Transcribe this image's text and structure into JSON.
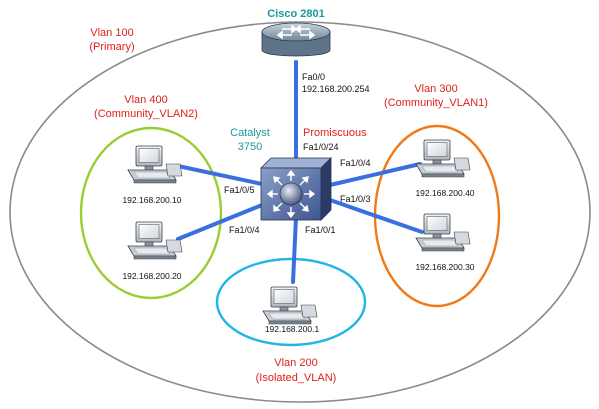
{
  "colors": {
    "link": "#3a6fe0",
    "vlan_primary_outline": "#8a8a8a",
    "vlan_community2_outline": "#9acd32",
    "vlan_community1_outline": "#f07a1a",
    "vlan_isolated_outline": "#1fb6e6",
    "label_red": "#e0201a",
    "label_teal": "#1a9a9a"
  },
  "router": {
    "name": "Cisco 2801",
    "port": "Fa0/0",
    "ip": "192.168.200.254",
    "icon": "router-icon"
  },
  "switch": {
    "name_line1": "Catalyst",
    "name_line2": "3750",
    "promisc_label": "Promiscuous",
    "promisc_port": "Fa1/0/24",
    "icon": "multilayer-switch-icon"
  },
  "vlans": {
    "primary": {
      "name": "Vlan 100",
      "desc": "(Primary)"
    },
    "community2": {
      "name": "Vlan 400",
      "desc": "(Community_VLAN2)"
    },
    "community1": {
      "name": "Vlan 300",
      "desc": "(Community_VLAN1)"
    },
    "isolated": {
      "name": "Vlan 200",
      "desc": "(Isolated_VLAN)"
    }
  },
  "ports": {
    "left_top": "Fa1/0/5",
    "left_bottom": "Fa1/0/4",
    "right_top": "Fa1/0/4",
    "right_bottom": "Fa1/0/3",
    "bottom": "Fa1/0/1"
  },
  "hosts": {
    "h1": "192.168.200.10",
    "h2": "192.168.200.20",
    "h3": "192.168.200.40",
    "h4": "192.168.200.30",
    "h5": "192.168.200.1"
  }
}
